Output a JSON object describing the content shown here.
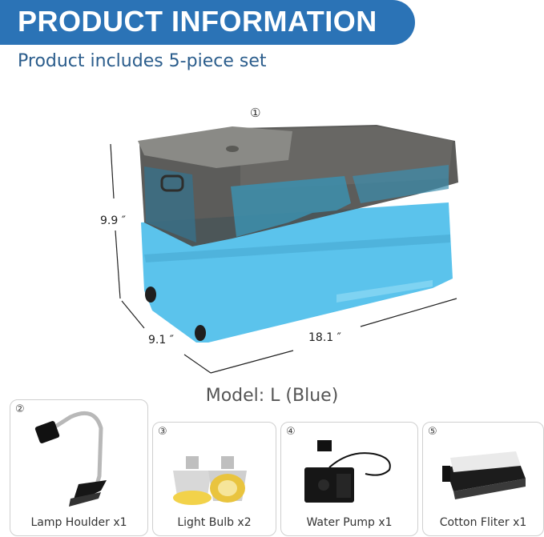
{
  "banner": {
    "title": "PRODUCT INFORMATION"
  },
  "subtitle": "Product includes 5-piece set",
  "hero": {
    "marker": "①",
    "height_label": "9.9 ″",
    "depth_label": "9.1 ″",
    "width_label": "18.1 ″",
    "model": "Model: L (Blue)"
  },
  "accessories": [
    {
      "badge": "②",
      "label": "Lamp Houlder  x1",
      "icon": "clamp-lamp-icon"
    },
    {
      "badge": "③",
      "label": "Light Bulb  x2",
      "icon": "light-bulb-icon"
    },
    {
      "badge": "④",
      "label": "Water Pump  x1",
      "icon": "water-pump-icon"
    },
    {
      "badge": "⑤",
      "label": "Cotton Fliter  x1",
      "icon": "cotton-filter-icon"
    }
  ],
  "colors": {
    "brand": "#2b73b6",
    "tank_blue": "#5bc3ec",
    "smoke": "#4a4a48"
  }
}
